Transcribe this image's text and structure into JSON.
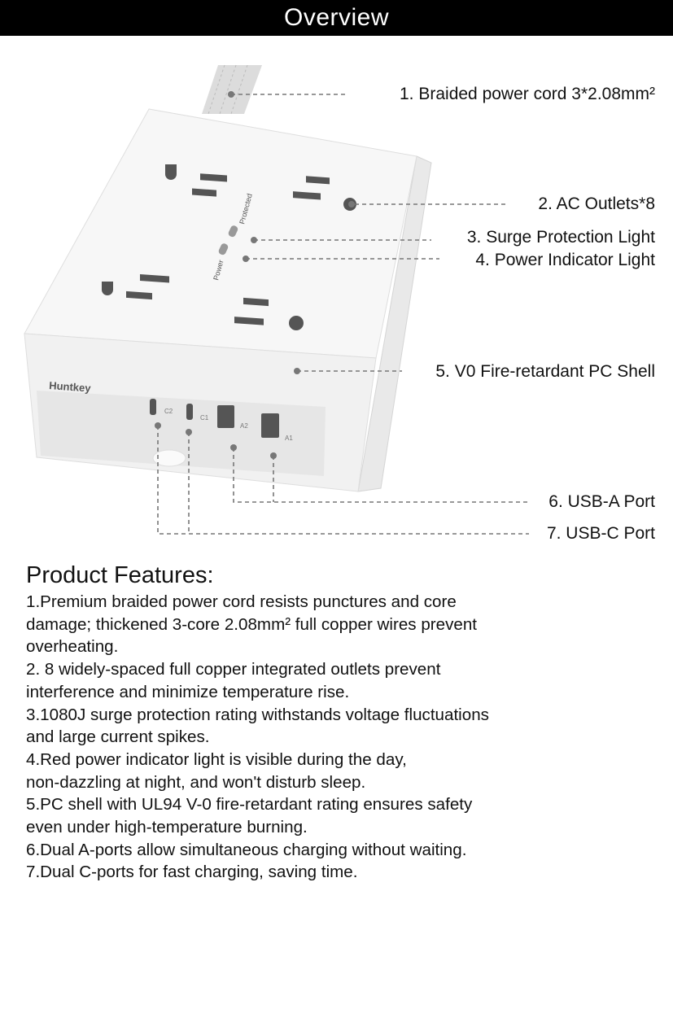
{
  "header": {
    "title": "Overview"
  },
  "product": {
    "brand": "Huntkey",
    "led_labels": [
      "Protected",
      "Power"
    ],
    "port_labels": [
      "C2",
      "C1",
      "A2",
      "A1"
    ]
  },
  "callouts": [
    "1. Braided power cord 3*2.08mm²",
    "2. AC Outlets*8",
    "3. Surge Protection Light",
    "4. Power Indicator Light",
    "5. V0 Fire-retardant PC Shell",
    "6. USB-A Port",
    "7. USB-C Port"
  ],
  "features": {
    "title": "Product Features:",
    "lines": [
      "1.Premium braided power cord resists punctures and core",
      "damage; thickened 3-core 2.08mm² full copper wires prevent",
      "overheating.",
      "2. 8 widely-spaced full copper integrated outlets prevent",
      "interference and minimize temperature rise.",
      "3.1080J surge protection rating withstands voltage fluctuations",
      "and large current spikes.",
      "4.Red power indicator light is visible during the day,",
      "non-dazzling at night, and won't disturb sleep.",
      "5.PC shell with UL94 V-0 fire-retardant rating ensures safety",
      "even under high-temperature burning.",
      "6.Dual A-ports allow simultaneous charging without waiting.",
      "7.Dual C-ports for fast charging, saving time."
    ]
  },
  "colors": {
    "header_bg": "#000000",
    "leader": "#777777"
  }
}
